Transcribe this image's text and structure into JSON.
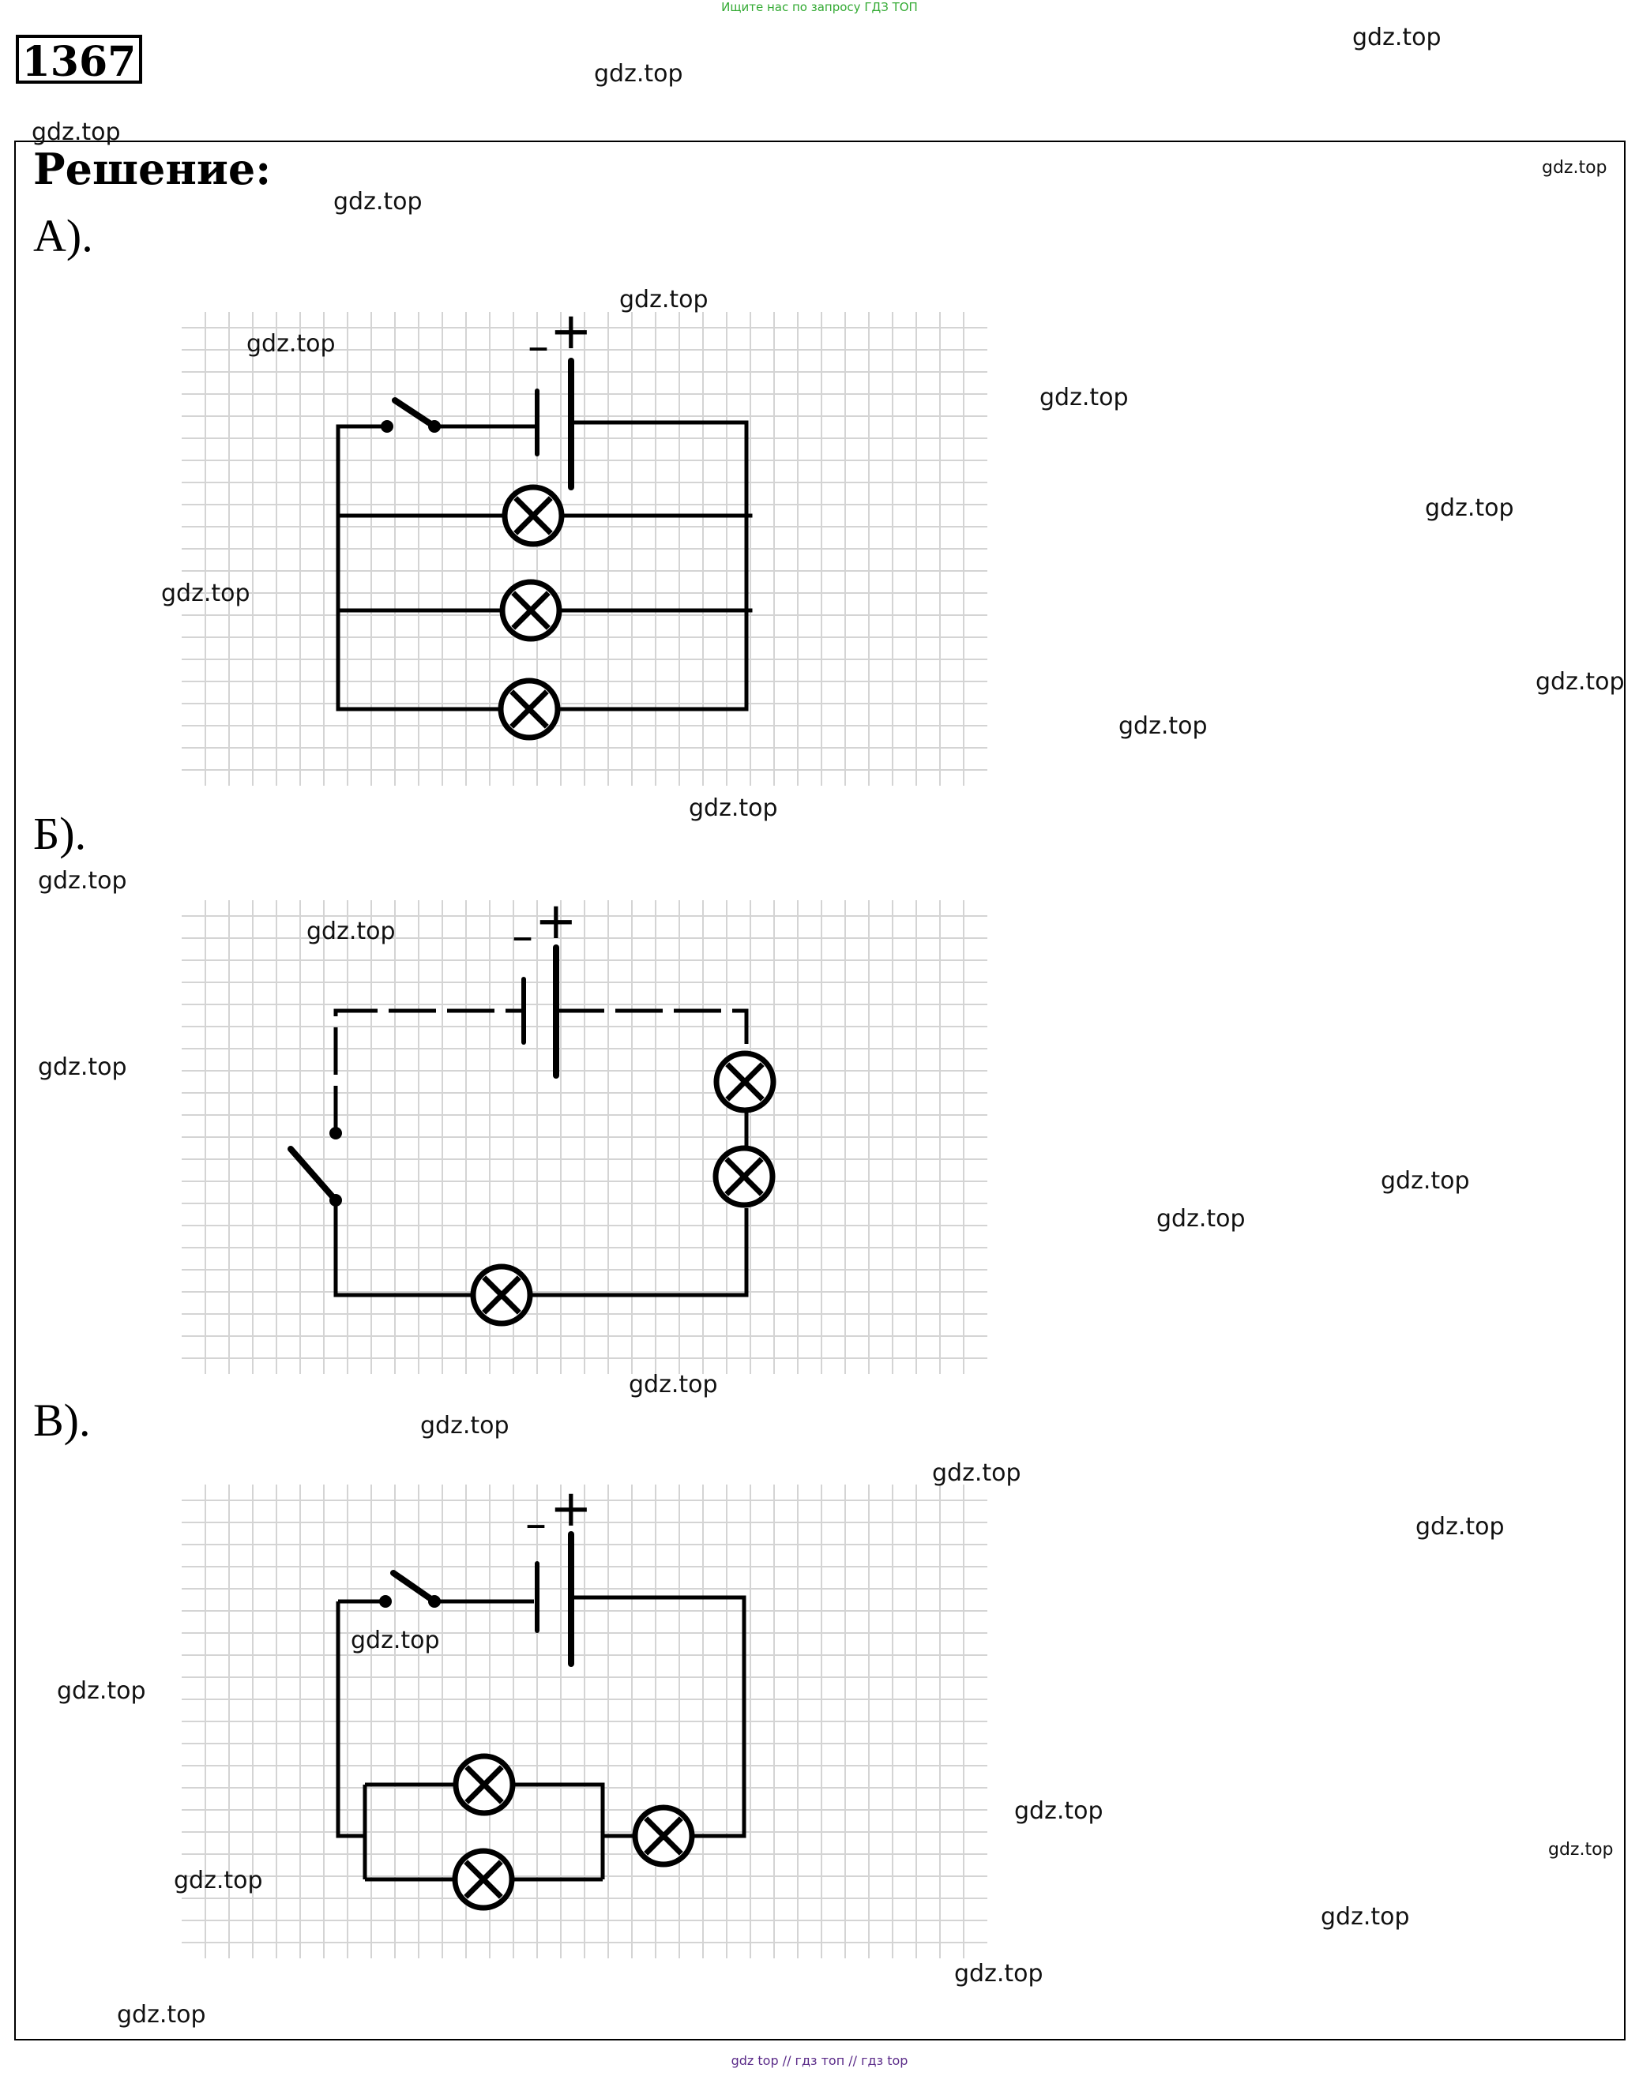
{
  "header": {
    "search_note": "Ищите нас по запросу ГДЗ ТОП",
    "problem_number": "1367"
  },
  "solution": {
    "heading": "Решение:",
    "parts": [
      {
        "label": "А)."
      },
      {
        "label": "Б)."
      },
      {
        "label": "В)."
      }
    ]
  },
  "diagram_symbols": {
    "battery_minus": "–",
    "battery_plus": "+"
  },
  "watermark": "gdz.top",
  "footer": {
    "links": "gdz top  //  гдз топ  //  гдз top"
  },
  "colors": {
    "search_note": "#33aa33",
    "footer_links": "#5a2a88",
    "grid": "#d4d4d4",
    "wire": "#000000"
  }
}
